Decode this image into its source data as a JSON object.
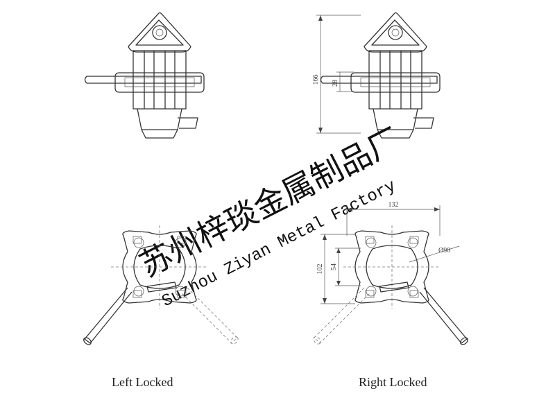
{
  "watermark": {
    "chinese": "苏州梓琰金属制品厂",
    "english": "Suzhou Ziyan Metal Factory"
  },
  "captions": {
    "left": "Left Locked",
    "right": "Right Locked"
  },
  "dimensions": {
    "height_total": "166",
    "height_sleeve": "28",
    "width_body": "132",
    "diameter": "Ø98",
    "height_body": "102",
    "height_inner": "54"
  }
}
